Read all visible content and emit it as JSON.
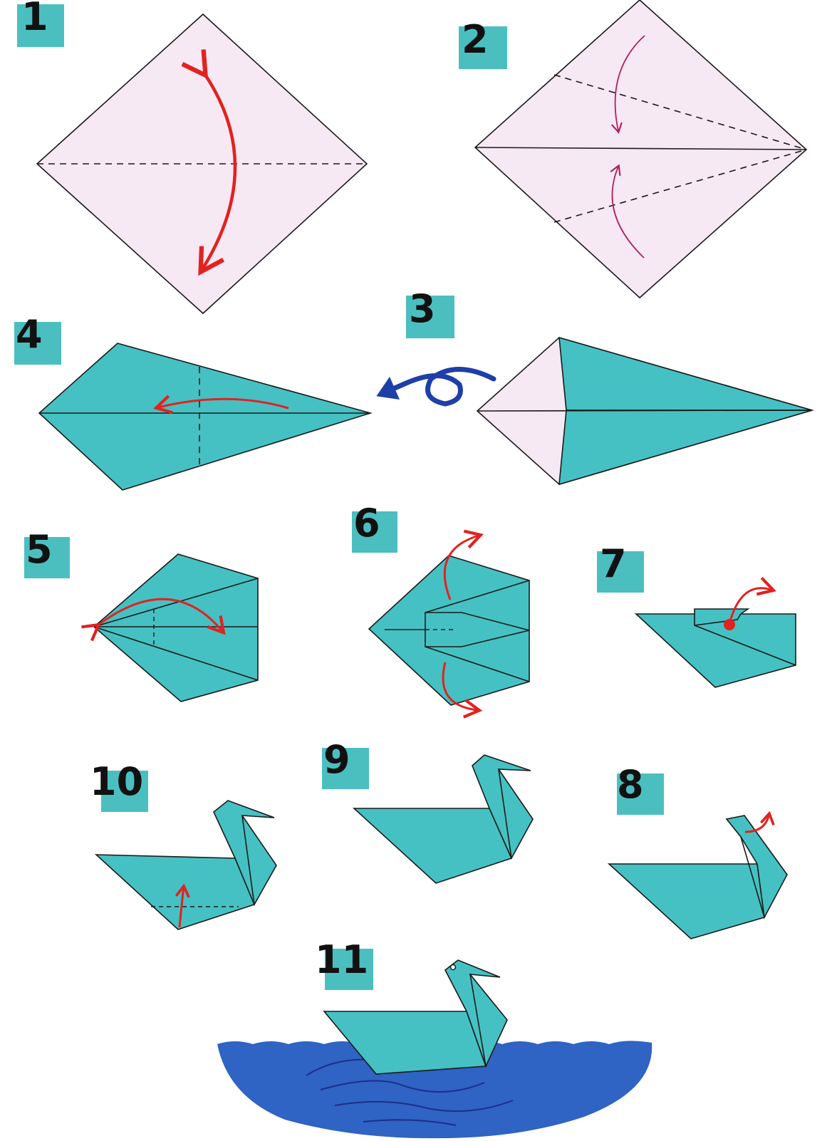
{
  "steps": [
    {
      "id": "1",
      "label": "1"
    },
    {
      "id": "2",
      "label": "2"
    },
    {
      "id": "3",
      "label": "3"
    },
    {
      "id": "4",
      "label": "4"
    },
    {
      "id": "5",
      "label": "5"
    },
    {
      "id": "6",
      "label": "6"
    },
    {
      "id": "7",
      "label": "7"
    },
    {
      "id": "8",
      "label": "8"
    },
    {
      "id": "9",
      "label": "9"
    },
    {
      "id": "10",
      "label": "10"
    },
    {
      "id": "11",
      "label": "11"
    }
  ],
  "colors": {
    "paper_back": "#f6e9f3",
    "paper_front": "#45c1c3",
    "badge": "#4bbfc0",
    "fold_arrow": "#e2221f",
    "turn_over_arrow": "#1e3fa8",
    "water": "#2f63c4"
  }
}
